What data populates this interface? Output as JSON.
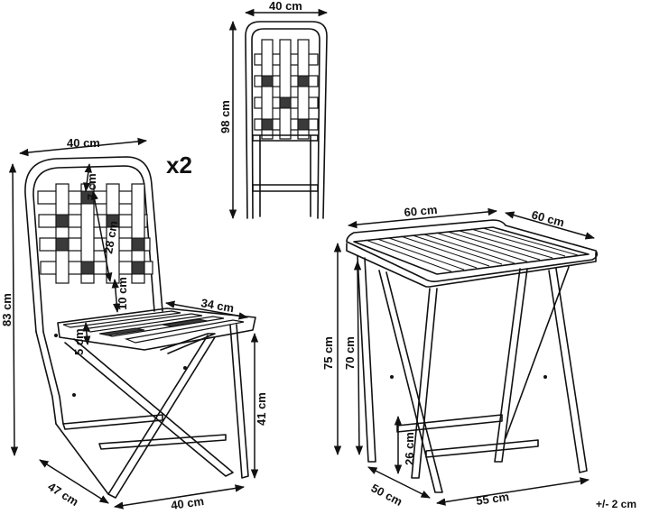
{
  "quantity_label": "x2",
  "tolerance_label": "+/- 2 cm",
  "chair": {
    "back_width": "40 cm",
    "height": "83 cm",
    "top_gap": "7 cm",
    "back_height": "28 cm",
    "back_lower_gap": "10 cm",
    "seat_depth": "34 cm",
    "seat_thickness": "5 cm",
    "seat_height": "41 cm",
    "base_depth": "47 cm",
    "base_width": "40 cm"
  },
  "folded_chair": {
    "width": "40 cm",
    "height": "98 cm"
  },
  "table": {
    "top_width": "60 cm",
    "top_depth": "60 cm",
    "total_height": "75 cm",
    "leg_height": "70 cm",
    "crossbar_height": "26 cm",
    "base_depth": "50 cm",
    "base_width": "55 cm"
  }
}
